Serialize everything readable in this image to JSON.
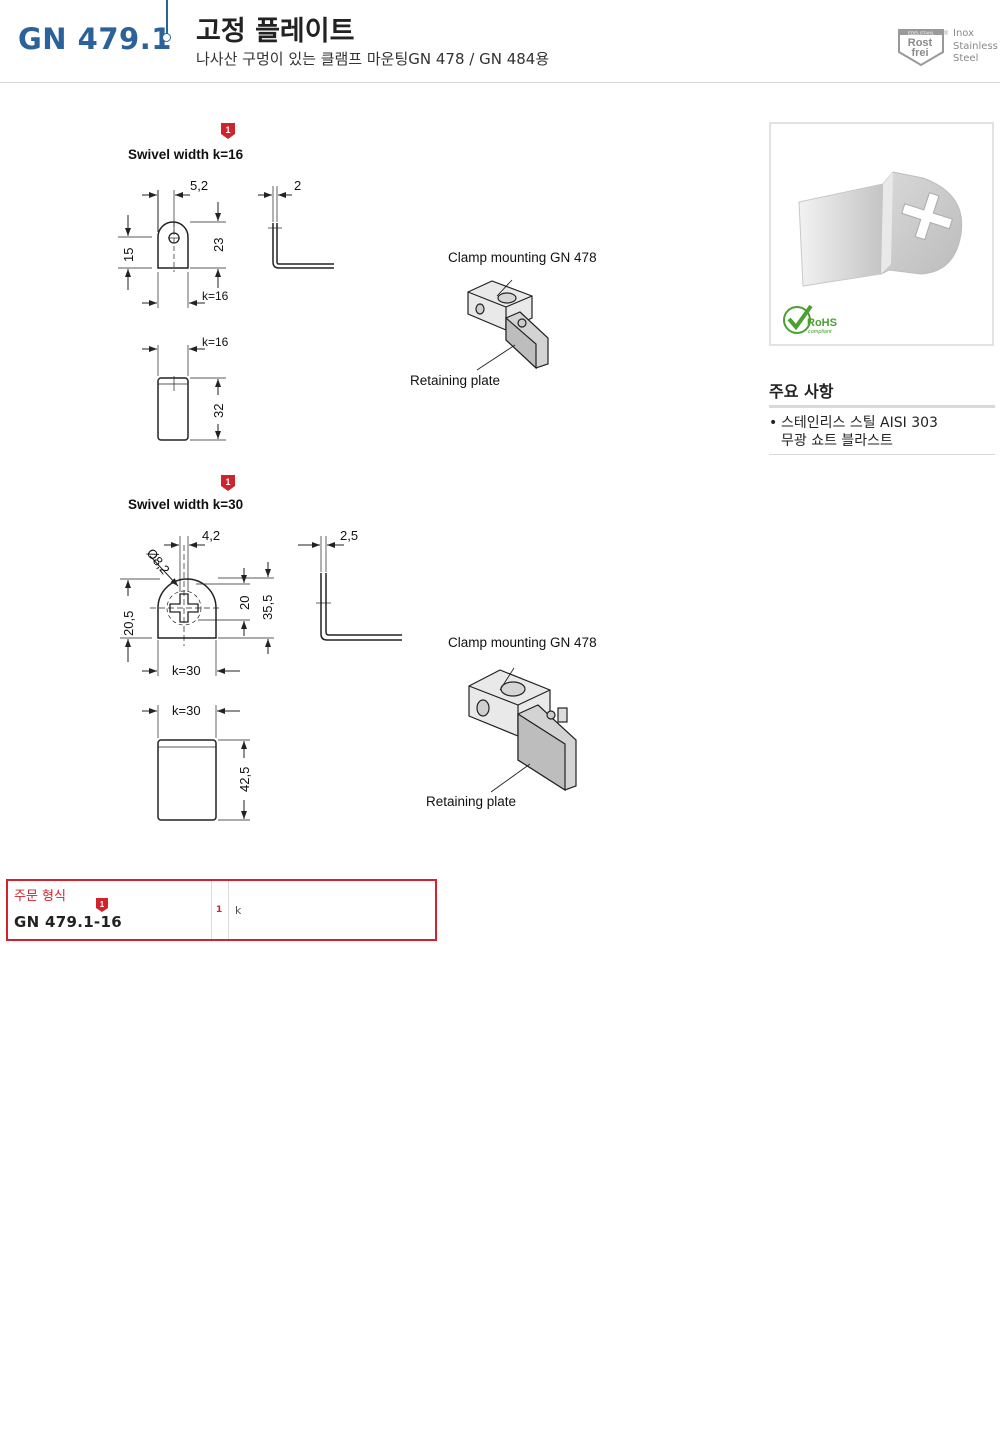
{
  "header": {
    "code": "GN 479.1",
    "title": "고정 플레이트",
    "subtitle": "나사산 구멍이 있는 클램프 마운팅GN 478 / GN 484용",
    "badge": {
      "top": "EDELSTAHL",
      "line1": "Rost",
      "line2": "frei",
      "reg": "®"
    },
    "material_label": [
      "Inox",
      "Stainless",
      "Steel"
    ]
  },
  "drawing1": {
    "marker": "1",
    "title": "Swivel width k=16",
    "dims": {
      "hole_offset": "5,2",
      "thickness": "2",
      "height_lower": "15",
      "height_total": "23",
      "width_front": "k=16",
      "width_bottom": "k=16",
      "length": "32"
    },
    "clamp_label": "Clamp mounting GN 478",
    "plate_label": "Retaining plate"
  },
  "drawing2": {
    "marker": "1",
    "title": "Swivel width k=30",
    "dims": {
      "hole_offset": "4,2",
      "diameter": "Ø8,2",
      "thickness": "2,5",
      "height_lower": "20,5",
      "cross_height": "20",
      "height_total": "35,5",
      "width_front": "k=30",
      "width_bottom": "k=30",
      "length": "42,5"
    },
    "clamp_label": "Clamp mounting GN 478",
    "plate_label": "Retaining plate"
  },
  "photo": {
    "rohs_main": "RoHS",
    "rohs_sub": "compliant"
  },
  "notes": {
    "title": "주요 사항",
    "items": [
      {
        "line1": "스테인리스 스틸 AISI 303",
        "line2": "무광 쇼트 블라스트"
      }
    ]
  },
  "order": {
    "label": "주문 형식",
    "marker": "1",
    "code": "GN 479.1-16",
    "legend_num": "1",
    "legend_key": "k"
  },
  "colors": {
    "brand_blue": "#2a6299",
    "accent_red": "#d1222e",
    "rohs_green": "#4aa030"
  }
}
